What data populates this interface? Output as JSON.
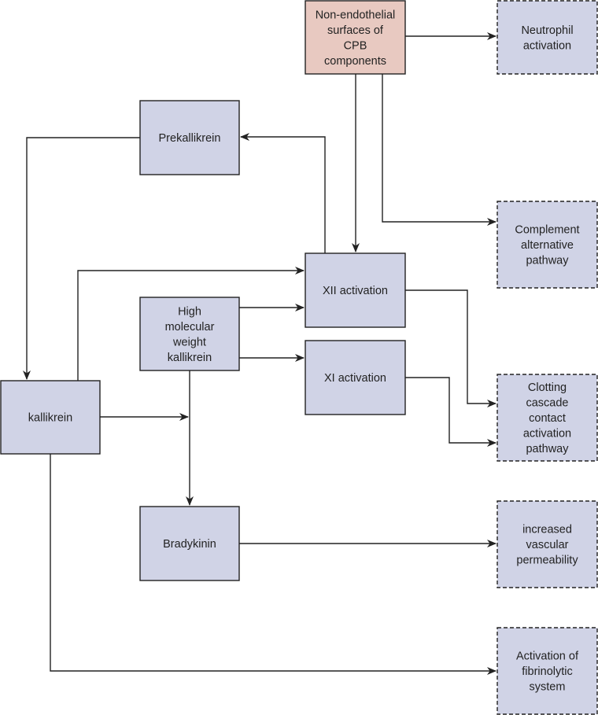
{
  "diagram": {
    "nodes": {
      "source": {
        "kind": "source",
        "lines": [
          "Non-endothelial",
          "surfaces of",
          "CPB",
          "components"
        ]
      },
      "neutrophil": {
        "kind": "outcome",
        "lines": [
          "Neutrophil",
          "activation"
        ]
      },
      "prekallikrein": {
        "kind": "process",
        "lines": [
          "Prekallikrein"
        ]
      },
      "complement": {
        "kind": "outcome",
        "lines": [
          "Complement",
          "alternative",
          "pathway"
        ]
      },
      "xii_activation": {
        "kind": "process",
        "lines": [
          "XII activation"
        ]
      },
      "hmwk": {
        "kind": "process",
        "lines": [
          "High",
          "molecular",
          "weight",
          "kallikrein"
        ]
      },
      "xi_activation": {
        "kind": "process",
        "lines": [
          "XI activation"
        ]
      },
      "clotting": {
        "kind": "outcome",
        "lines": [
          "Clotting",
          "cascade",
          "contact",
          "activation",
          "pathway"
        ]
      },
      "kallikrein": {
        "kind": "process",
        "lines": [
          "kallikrein"
        ]
      },
      "bradykinin": {
        "kind": "process",
        "lines": [
          "Bradykinin"
        ]
      },
      "permeability": {
        "kind": "outcome",
        "lines": [
          "increased",
          "vascular",
          "permeability"
        ]
      },
      "fibrinolytic": {
        "kind": "outcome",
        "lines": [
          "Activation of",
          "fibrinolytic",
          "system"
        ]
      }
    },
    "edges": [
      {
        "from": "source",
        "to": "neutrophil"
      },
      {
        "from": "source",
        "to": "xii_activation"
      },
      {
        "from": "source",
        "to": "complement"
      },
      {
        "from": "xii_activation",
        "to": "prekallikrein"
      },
      {
        "from": "prekallikrein",
        "to": "kallikrein"
      },
      {
        "from": "kallikrein",
        "to": "xii_activation"
      },
      {
        "from": "kallikrein",
        "to": "hmwk"
      },
      {
        "from": "hmwk",
        "to": "xii_activation"
      },
      {
        "from": "hmwk",
        "to": "xi_activation"
      },
      {
        "from": "hmwk",
        "to": "bradykinin"
      },
      {
        "from": "xii_activation",
        "to": "clotting"
      },
      {
        "from": "xi_activation",
        "to": "clotting"
      },
      {
        "from": "bradykinin",
        "to": "permeability"
      },
      {
        "from": "kallikrein",
        "to": "fibrinolytic"
      }
    ]
  }
}
